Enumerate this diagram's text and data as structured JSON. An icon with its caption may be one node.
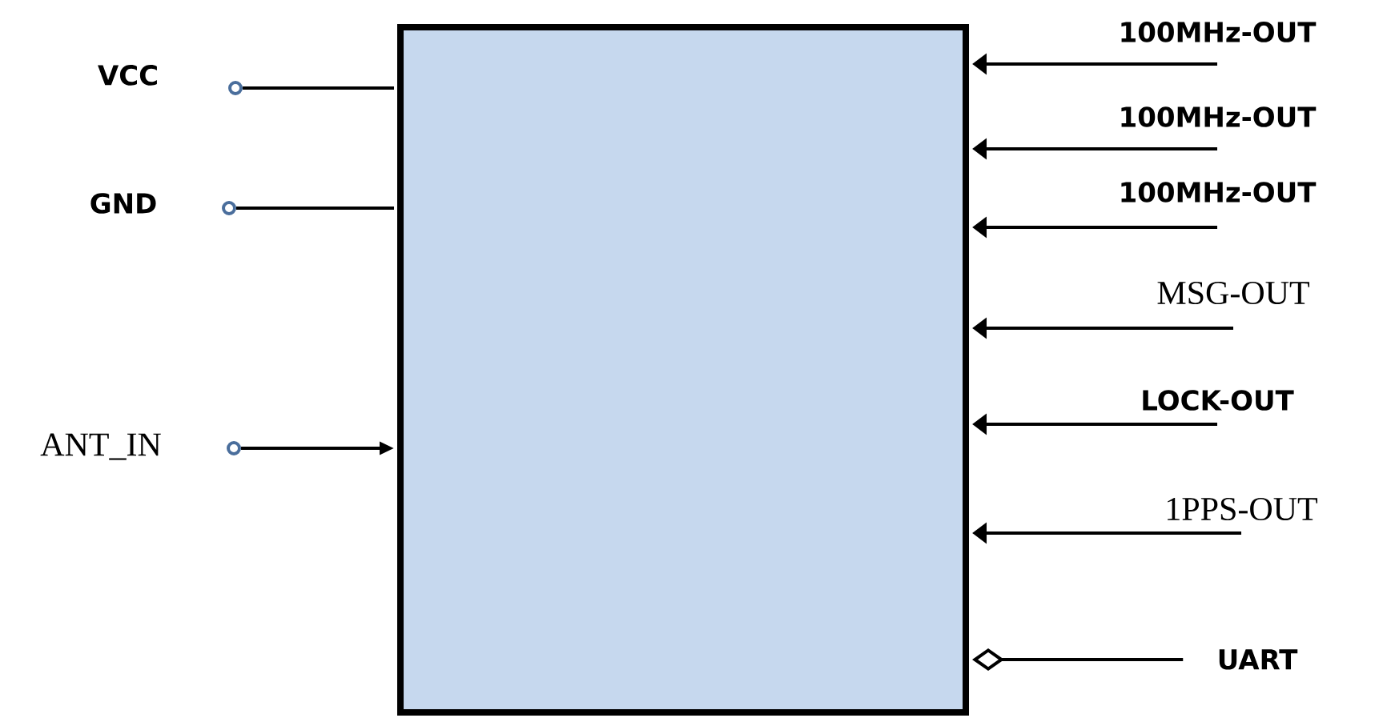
{
  "diagram": {
    "nodes": [
      {
        "text": [],
        "shape": "box"
      },
      {
        "text": [],
        "shape": "circle",
        "beside": [
          "VCC"
        ]
      },
      {
        "text": [],
        "shape": "circle",
        "beside": [
          "GND"
        ]
      },
      {
        "text": [],
        "shape": "circle",
        "beside": [
          "ANT_IN"
        ]
      },
      {
        "text": [
          "100MHz-OUT"
        ]
      },
      {
        "text": [
          "100MHz-OUT"
        ]
      },
      {
        "text": [
          "100MHz-OUT"
        ]
      },
      {
        "text": [
          "MSG-OUT"
        ]
      },
      {
        "text": [
          "LOCK-OUT"
        ]
      },
      {
        "text": [
          "1PPS-OUT"
        ]
      },
      {
        "text": [
          "UART"
        ]
      }
    ],
    "edges": [
      {
        "from": 1,
        "to": 0,
        "arrow": "none"
      },
      {
        "from": 2,
        "to": 0,
        "arrow": "none"
      },
      {
        "from": 3,
        "to": 0,
        "arrow": "to"
      },
      {
        "from": 4,
        "to": 0,
        "arrow": "to"
      },
      {
        "from": 5,
        "to": 0,
        "arrow": "to"
      },
      {
        "from": 6,
        "to": 0,
        "arrow": "to"
      },
      {
        "from": 7,
        "to": 0,
        "arrow": "to"
      },
      {
        "from": 8,
        "to": 0,
        "arrow": "to"
      },
      {
        "from": 9,
        "to": 0,
        "arrow": "to"
      },
      {
        "from": 0,
        "to": 10,
        "arrow": "other"
      }
    ]
  }
}
